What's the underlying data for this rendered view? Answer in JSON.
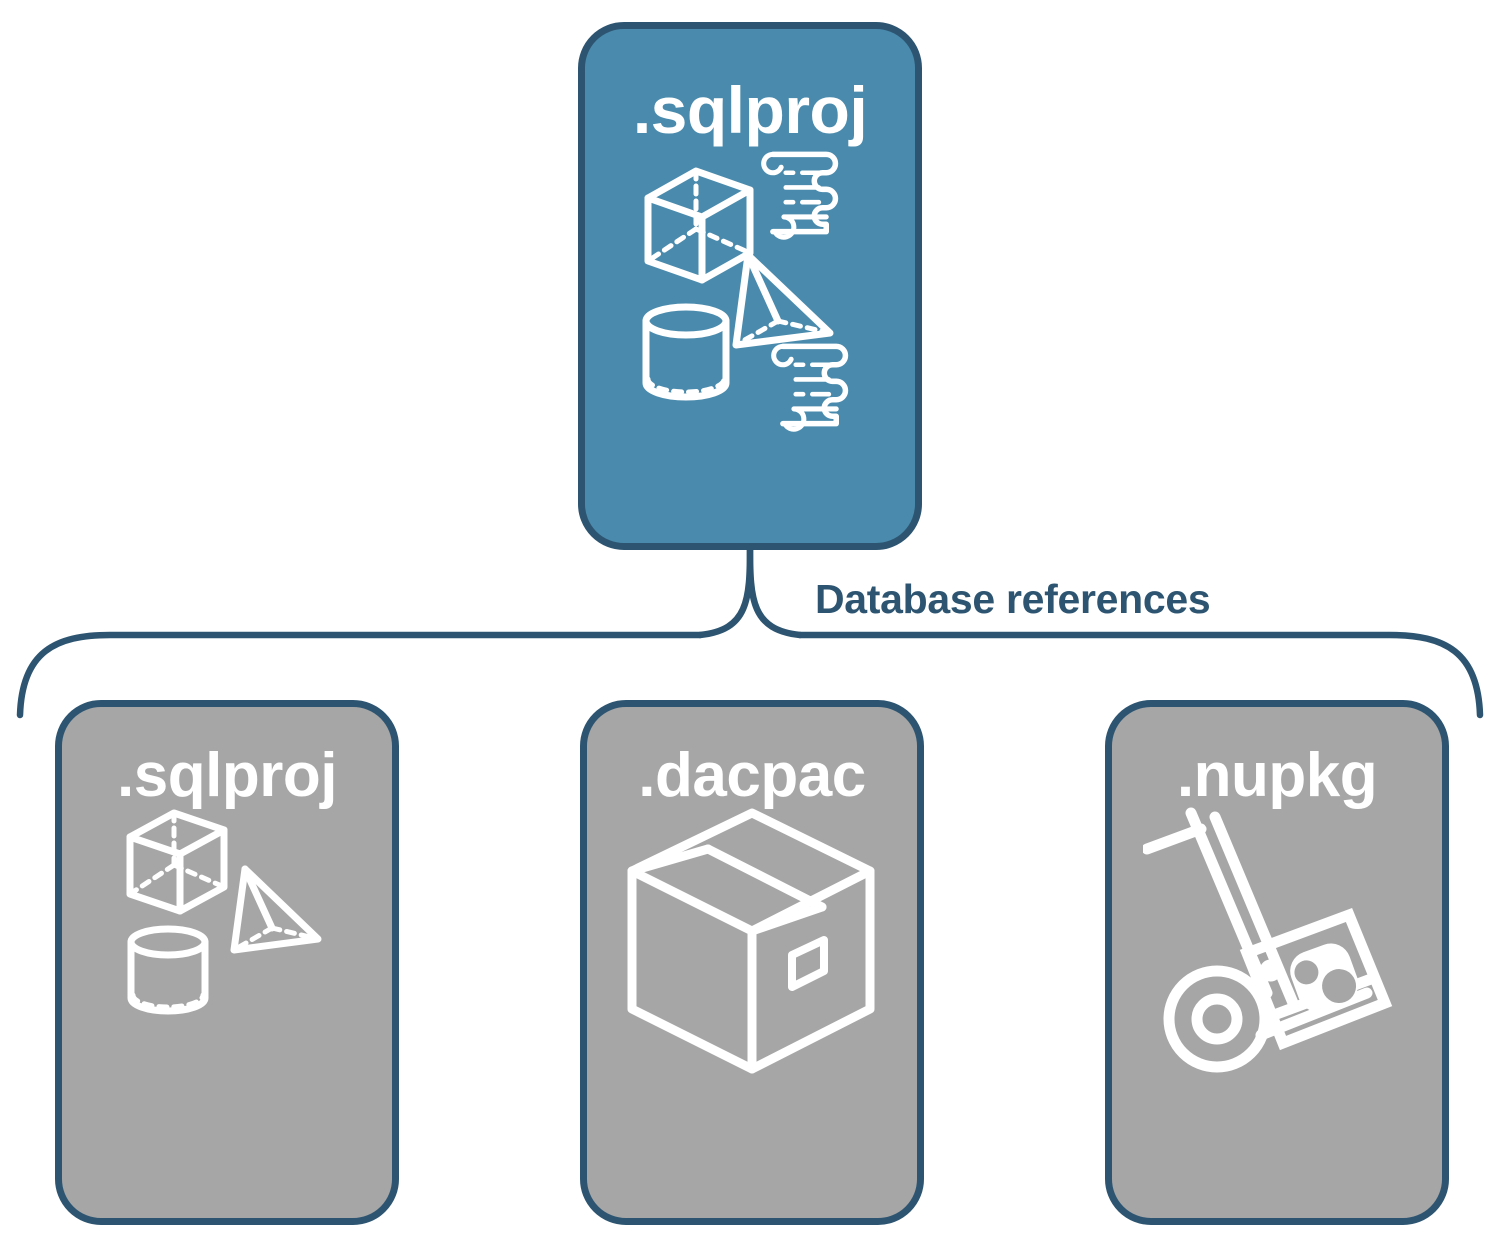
{
  "diagram": {
    "title_node": {
      "label": ".sqlproj",
      "fill_color": "#4a8bad",
      "border_color": "#2d5571",
      "icons": [
        "cube-wireframe-icon",
        "pyramid-wireframe-icon",
        "cylinder-wireframe-icon",
        "scroll-icon",
        "scroll-icon"
      ]
    },
    "connector": {
      "label": "Database references",
      "label_color": "#2d5571",
      "style": "curly-brace-bracket"
    },
    "children": [
      {
        "label": ".sqlproj",
        "fill_color": "#a6a6a6",
        "border_color": "#2d5571",
        "icons": [
          "cube-wireframe-icon",
          "pyramid-wireframe-icon",
          "cylinder-wireframe-icon"
        ]
      },
      {
        "label": ".dacpac",
        "fill_color": "#a6a6a6",
        "border_color": "#2d5571",
        "icons": [
          "shipping-box-icon"
        ]
      },
      {
        "label": ".nupkg",
        "fill_color": "#a6a6a6",
        "border_color": "#2d5571",
        "icons": [
          "hand-truck-icon",
          "nuget-package-icon"
        ]
      }
    ]
  }
}
